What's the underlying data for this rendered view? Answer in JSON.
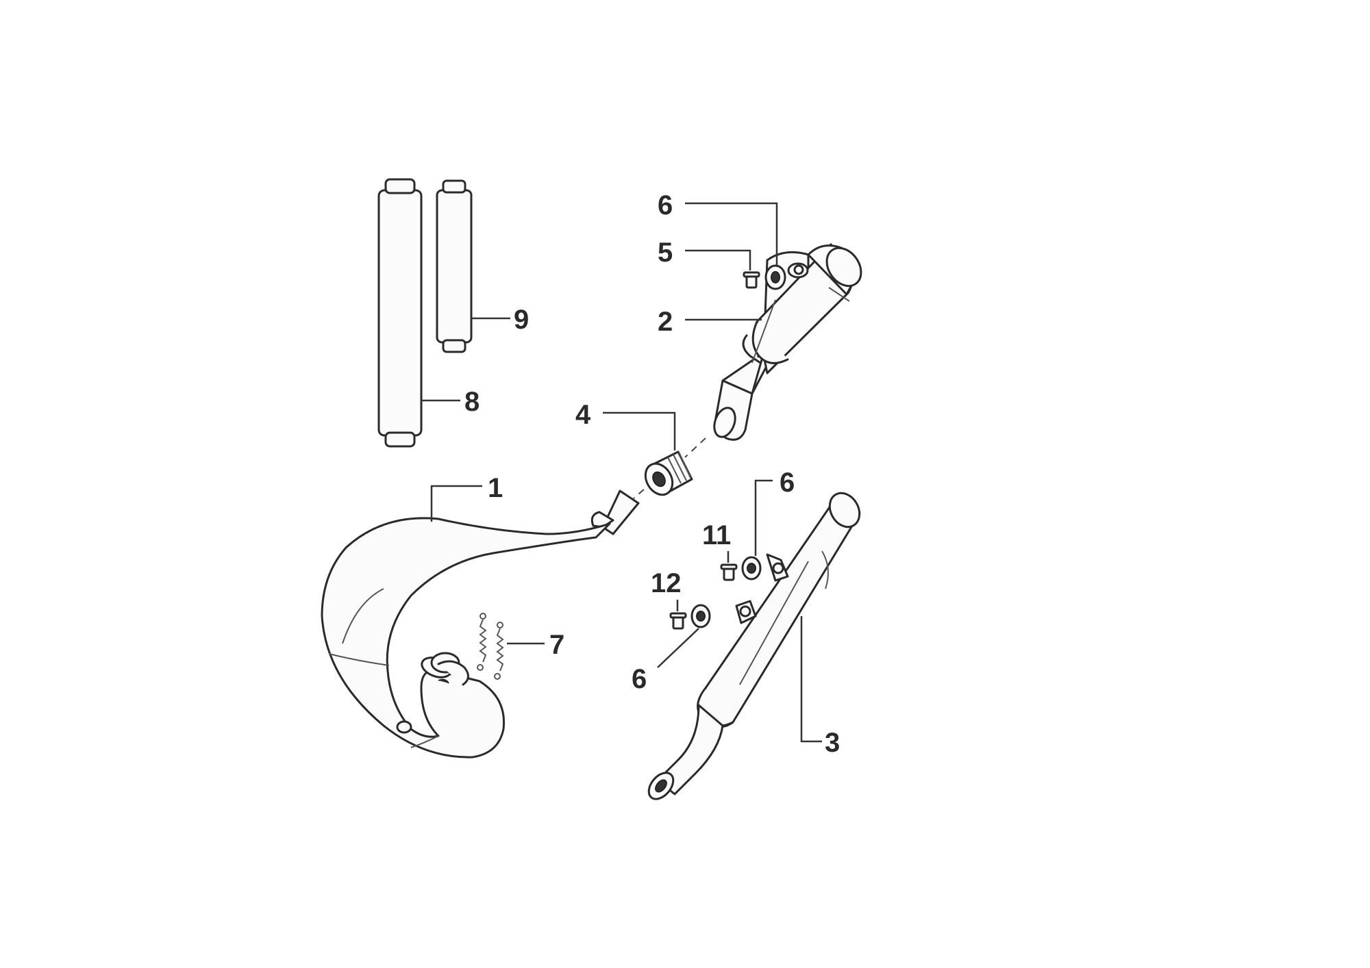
{
  "callouts": {
    "c1": "1",
    "c2": "2",
    "c3": "3",
    "c4": "4",
    "c5": "5",
    "c6_top": "6",
    "c6_mid": "6",
    "c6_bottom": "6",
    "c7": "7",
    "c8": "8",
    "c9": "9",
    "c11": "11",
    "c12": "12"
  },
  "colors": {
    "line": "#2a2a2a",
    "background": "#ffffff"
  }
}
